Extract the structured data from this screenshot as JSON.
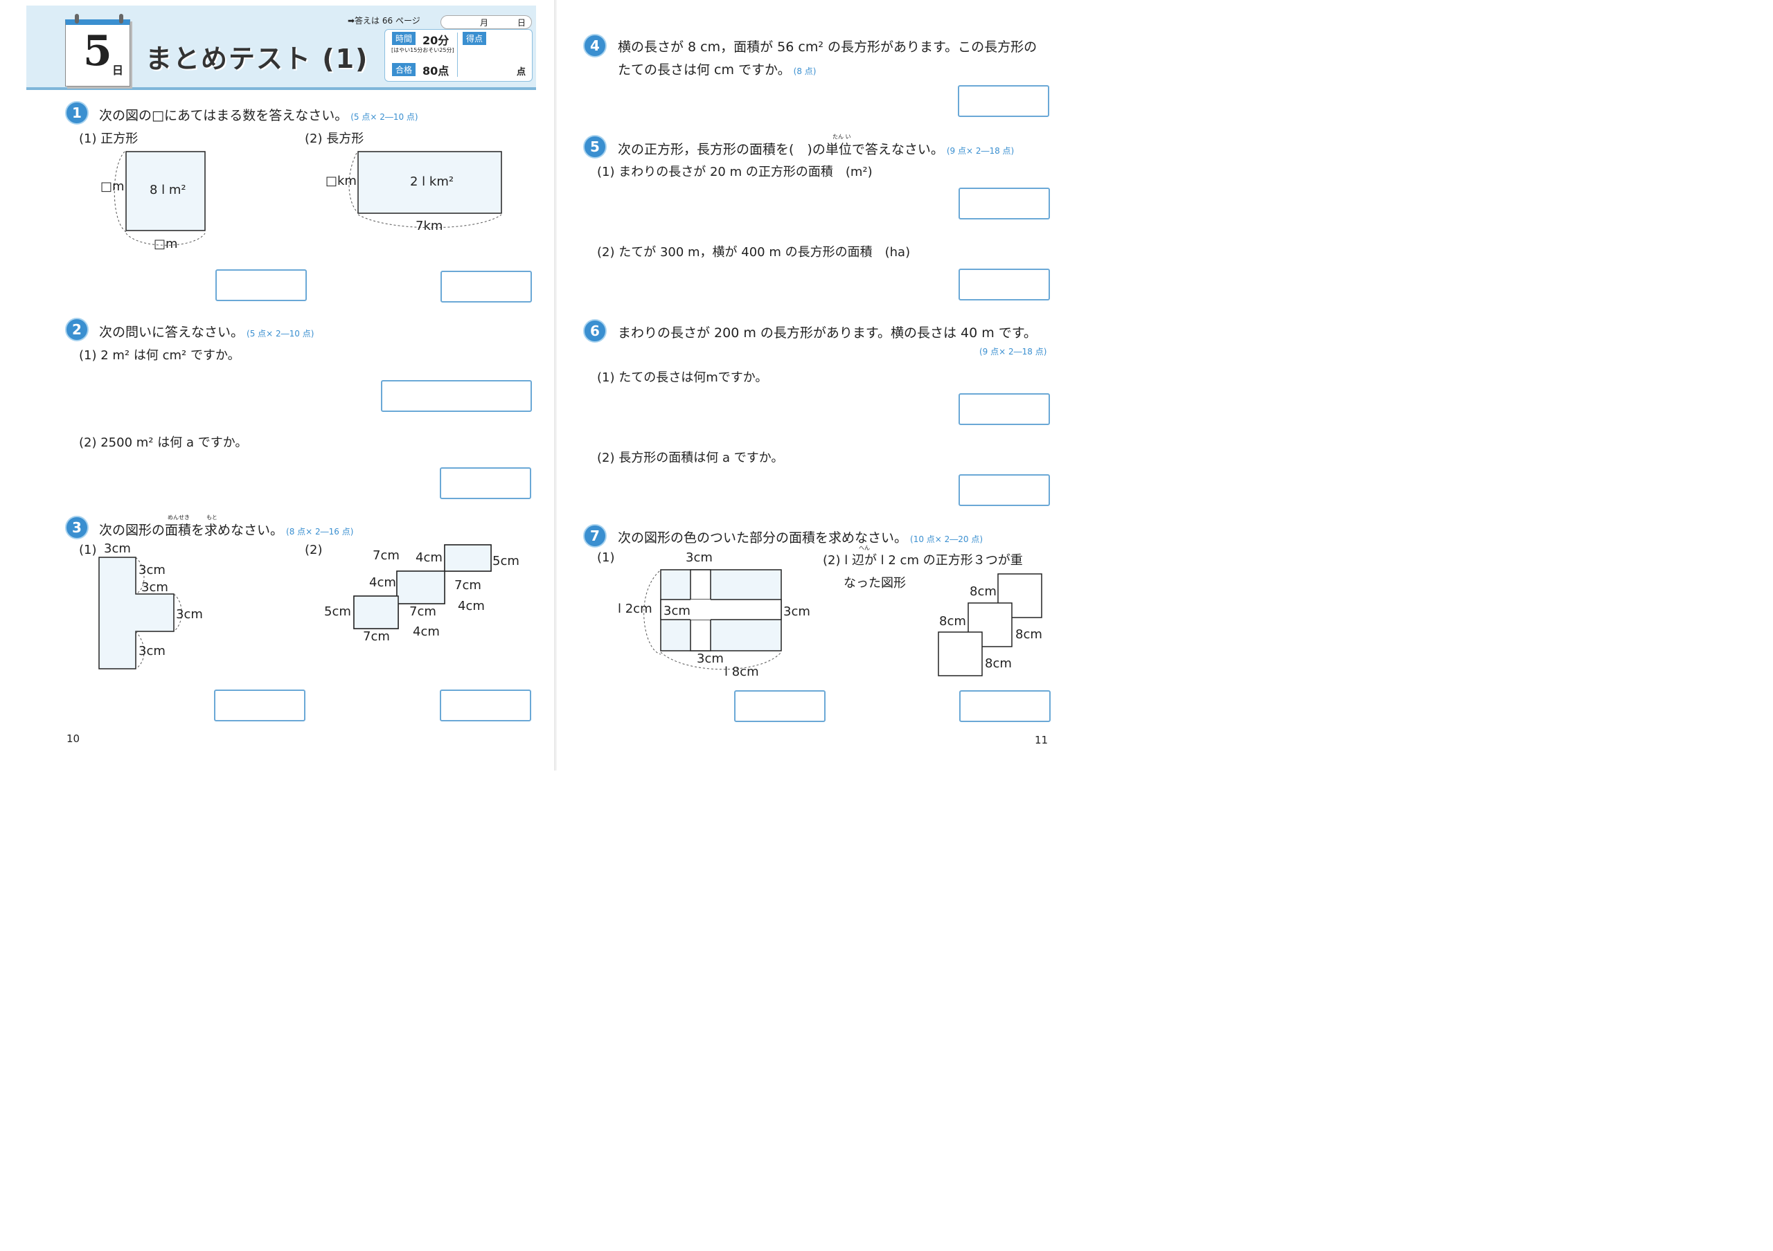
{
  "header": {
    "day_number": "5",
    "day_suffix": "日",
    "title": "まとめテスト (1)",
    "answer_ref": "➡答えは 66 ページ",
    "month_label": "月",
    "day_label": "日",
    "time_tag": "時間",
    "time_value": "20分",
    "time_note": "[はやい15分おそい25分]",
    "pass_tag": "合格",
    "pass_value": "80点",
    "score_tag": "得点",
    "score_unit": "点"
  },
  "q1": {
    "number": "1",
    "text": "次の図の□にあてはまる数を答えなさい。",
    "points": "(5 点× 2―10 点)",
    "sub1": "(1) 正方形",
    "sub2": "(2) 長方形",
    "fig1_area": "8 l m²",
    "fig1_side_left": "□m",
    "fig1_side_bottom": "□m",
    "fig2_area": "2 l km²",
    "fig2_side_left": "□km",
    "fig2_side_bottom": "7km"
  },
  "q2": {
    "number": "2",
    "text": "次の問いに答えなさい。",
    "points": "(5 点× 2―10 点)",
    "sub1": "(1) 2 m² は何 cm² ですか。",
    "sub2": "(2) 2500 m² は何 a ですか。"
  },
  "q3": {
    "number": "3",
    "text": "次の図形の面積を求めなさい。",
    "ruby1": "めんせき",
    "ruby2": "もと",
    "points": "(8 点× 2―16 点)",
    "sub1": "(1)",
    "sub2": "(2)",
    "fig1_labels": [
      "3cm",
      "3cm",
      "3cm",
      "3cm",
      "3cm"
    ],
    "fig2_labels": [
      "7cm",
      "4cm",
      "5cm",
      "4cm",
      "7cm",
      "4cm",
      "5cm",
      "7cm",
      "4cm",
      "7cm"
    ]
  },
  "q4": {
    "number": "4",
    "text": "横の長さが 8 cm，面積が 56 cm² の長方形があります。この長方形の",
    "text2": "たての長さは何 cm ですか。",
    "points": "(8 点)"
  },
  "q5": {
    "number": "5",
    "text": "次の正方形，長方形の面積を(　)の単位で答えなさい。",
    "ruby": "たん い",
    "points": "(9 点× 2―18 点)",
    "sub1": "(1) まわりの長さが 20 m の正方形の面積　(m²)",
    "sub2": "(2) たてが 300 m，横が 400 m の長方形の面積　(ha)"
  },
  "q6": {
    "number": "6",
    "text": "まわりの長さが 200 m の長方形があります。横の長さは 40 m です。",
    "points": "(9 点× 2―18 点)",
    "sub1": "(1) たての長さは何mですか。",
    "sub2": "(2) 長方形の面積は何 a ですか。"
  },
  "q7": {
    "number": "7",
    "text": "次の図形の色のついた部分の面積を求めなさい。",
    "points": "(10 点× 2―20 点)",
    "sub1": "(1)",
    "sub2_line1": "(2) l 辺が l 2 cm の正方形３つが重",
    "sub2_line2": "なった図形",
    "ruby": "へん",
    "fig1_labels": [
      "3cm",
      "l 2cm",
      "3cm",
      "3cm",
      "3cm",
      "l 8cm"
    ],
    "fig2_labels": [
      "8cm",
      "8cm",
      "8cm",
      "8cm"
    ]
  },
  "page_numbers": {
    "left": "10",
    "right": "11"
  }
}
